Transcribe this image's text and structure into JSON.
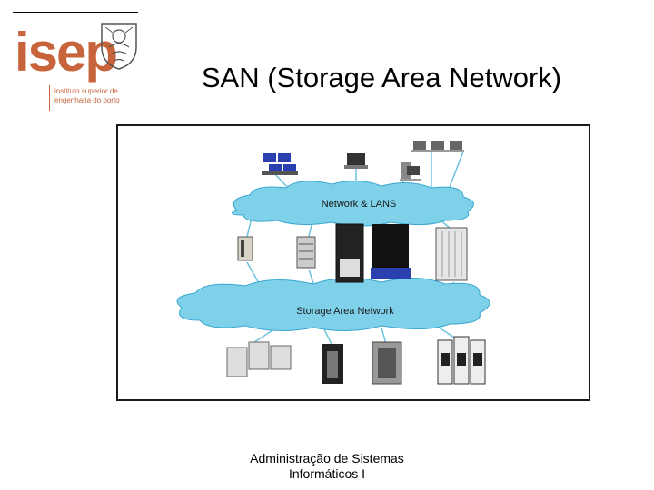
{
  "logo": {
    "brand": "isep",
    "subtitle_line1": "instituto superior de",
    "subtitle_line2": "engenharia do porto"
  },
  "slide": {
    "title": "SAN (Storage Area Network)"
  },
  "diagram": {
    "cloud_top_label": "Network & LANS",
    "cloud_bottom_label": "Storage Area Network"
  },
  "footer": {
    "line1": "Administração de Sistemas",
    "line2": "Informáticos I"
  },
  "colors": {
    "brand": "#c8643c",
    "cloud": "#7fd1ea",
    "cloud_dark": "#3aa7cf",
    "device_blue": "#2a3fb0",
    "line": "#6fc3e0"
  }
}
